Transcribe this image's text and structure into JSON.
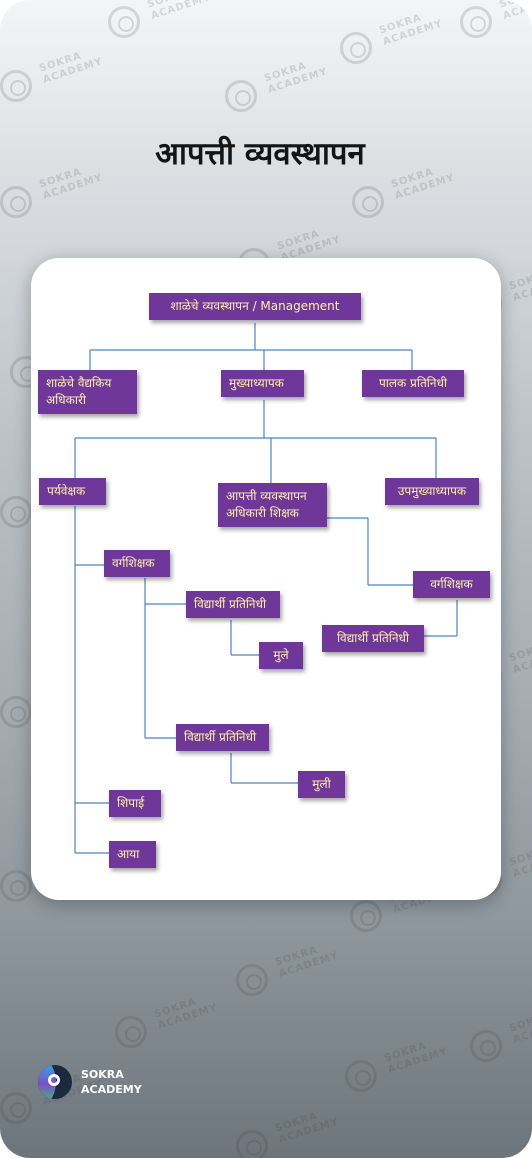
{
  "page": {
    "title": "आपत्ती व्यवस्थापन"
  },
  "watermark": {
    "text": "SOKRA\nACADEMY"
  },
  "brand": {
    "name": "SOKRA\nACADEMY"
  },
  "chart": {
    "nodes": {
      "management": "शाळेचे व्यवस्थापन / Management",
      "medical_officer": "शाळेचे वैद्यकिय\nअधिकारी",
      "headmaster": "मुख्याध्यापक",
      "parent_rep": "पालक प्रतिनिधी",
      "supervisor": "पर्यवेक्षक",
      "dm_officer_teacher": "आपत्ती व्यवस्थापन\nअधिकारी शिक्षक",
      "deputy_headmaster": "उपमुख्याध्यापक",
      "class_teacher_left": "वर्गशिक्षक",
      "class_teacher_right": "वर्गशिक्षक",
      "student_rep_1": "विद्यार्थी प्रतिनिधी",
      "student_rep_right": "विद्यार्थी प्रतिनिधी",
      "boys": "मुले",
      "student_rep_2": "विद्यार्थी प्रतिनिधी",
      "girls": "मुली",
      "peon": "शिपाई",
      "maid": "आया"
    }
  },
  "colors": {
    "node_bg": "#6f3799",
    "node_text": "#fff1ad",
    "connector": "#4c84be"
  }
}
